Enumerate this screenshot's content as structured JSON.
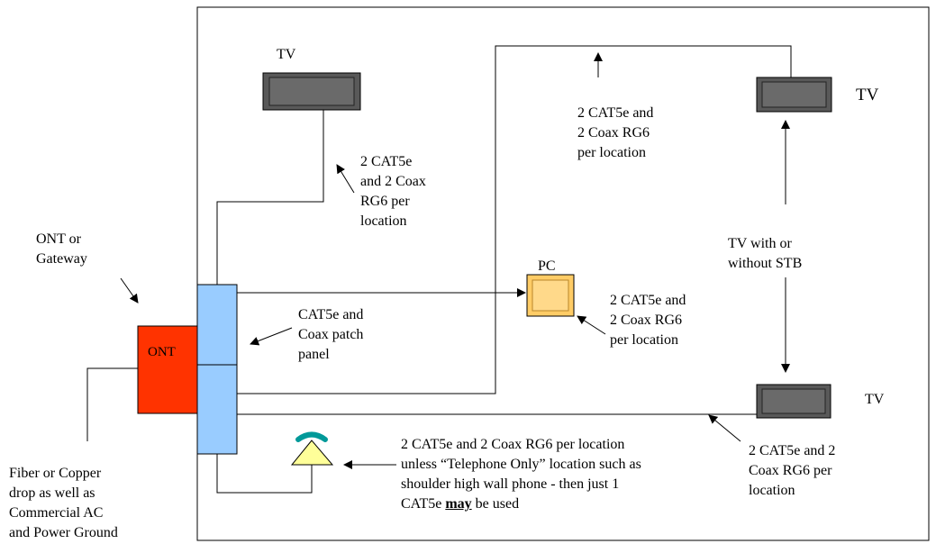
{
  "diagram": {
    "ont": {
      "box_label": "ONT",
      "caption_lines": [
        "ONT or",
        "Gateway"
      ]
    },
    "drop_caption_lines": [
      "Fiber or Copper",
      "drop as well as",
      "Commercial AC",
      "and Power Ground"
    ],
    "patch_panel_caption_lines": [
      "CAT5e and",
      "Coax patch",
      "panel"
    ],
    "pc": {
      "box_label": "PC",
      "caption_lines": [
        "2 CAT5e and",
        "2 Coax RG6",
        "per location"
      ]
    },
    "tv_top": {
      "label": "TV",
      "caption_lines": [
        "2 CAT5e",
        "and 2 Coax",
        "RG6 per",
        "location"
      ]
    },
    "upper_run_caption_lines": [
      "2 CAT5e and",
      "2 Coax RG6",
      "per location"
    ],
    "tv_right_top": {
      "label": "TV"
    },
    "stb_caption_lines": [
      "TV with or",
      "without STB"
    ],
    "tv_right_bottom": {
      "label": "TV",
      "caption_lines": [
        "2 CAT5e and 2",
        "Coax RG6 per",
        "location"
      ]
    },
    "phone_caption": {
      "line1": "2 CAT5e and 2 Coax RG6 per location",
      "line2": "unless “Telephone Only” location such as",
      "line3": "shoulder high wall phone - then just 1",
      "line4_before": "CAT5e ",
      "line4_emphasis": "may",
      "line4_after": " be used"
    },
    "colors": {
      "ont_fill": "#ff3300",
      "patch_panel_fill": "#99ccff",
      "pc_fill": "#ffcc66",
      "tv_fill": "#595959",
      "phone_fill": "#ffff99",
      "handset_fill": "#009999"
    }
  }
}
